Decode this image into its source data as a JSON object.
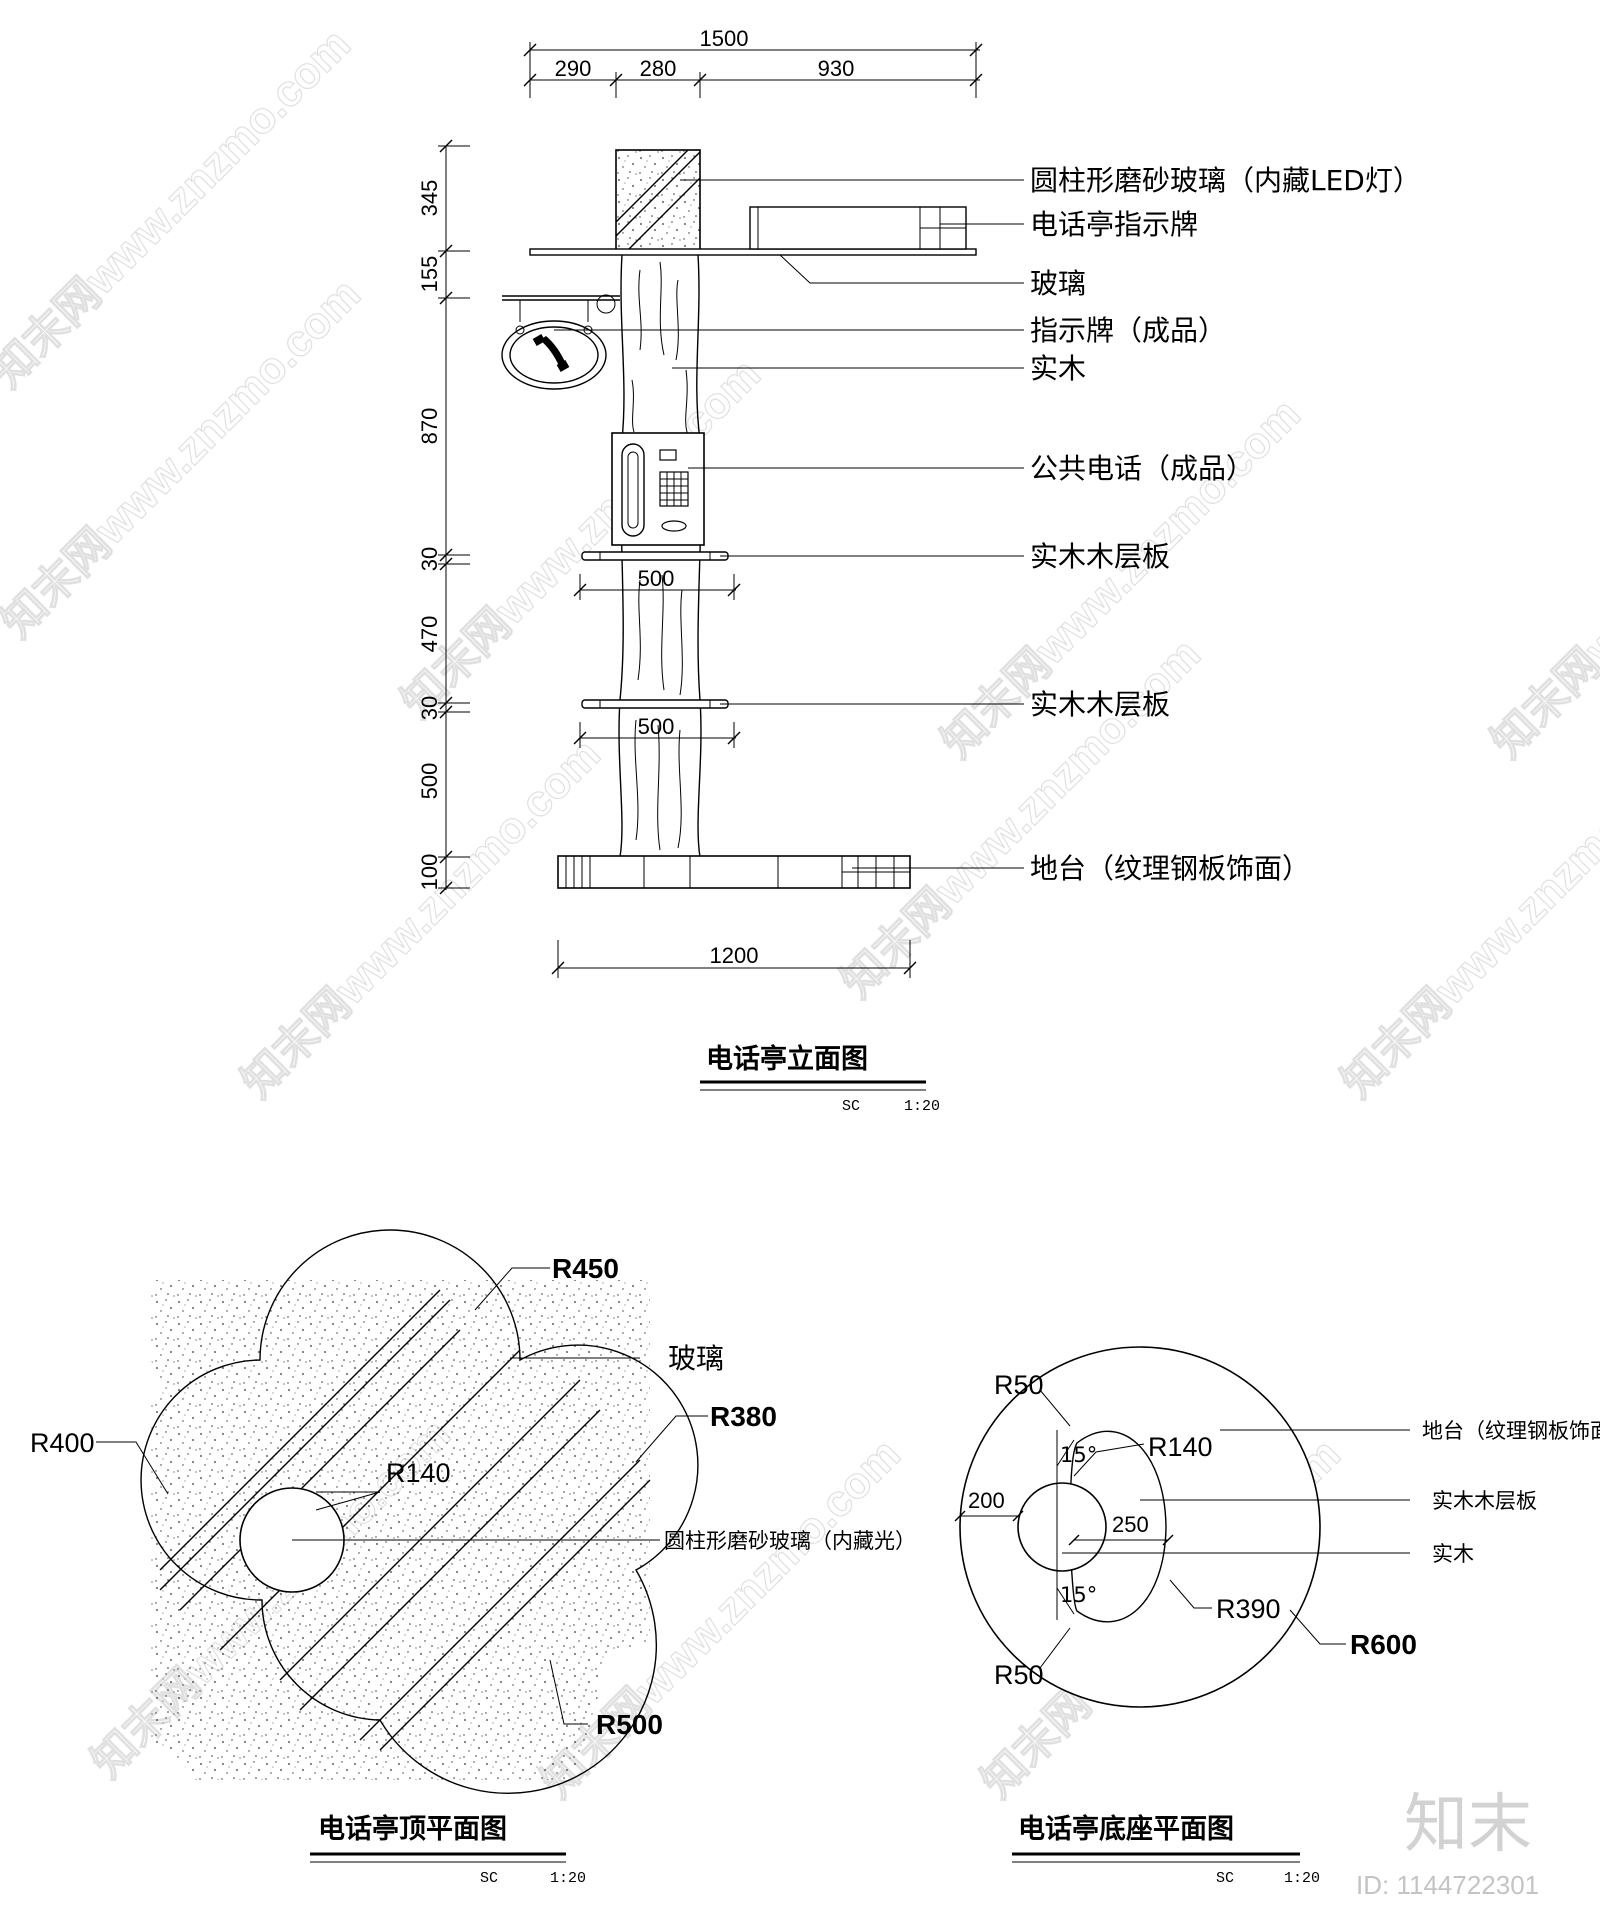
{
  "elevation": {
    "top_dims": {
      "total": "1500",
      "seg1": "290",
      "seg2": "280",
      "seg3": "930"
    },
    "left_dims": {
      "d345": "345",
      "d155": "155",
      "d870": "870",
      "d30a": "30",
      "d470": "470",
      "d30b": "30",
      "d500": "500",
      "d100": "100"
    },
    "inner_dims": {
      "shelf1_width": "500",
      "shelf2_width": "500"
    },
    "bottom_dim": "1200",
    "labels": {
      "glass_cylinder": "圆柱形磨砂玻璃（内藏LED灯）",
      "booth_sign": "电话亭指示牌",
      "glass": "玻璃",
      "sign_product": "指示牌（成品）",
      "solid_wood": "实木",
      "public_phone": "公共电话（成品）",
      "shelf1": "实木木层板",
      "shelf2": "实木木层板",
      "base": "地台（纹理钢板饰面）"
    },
    "title": "电话亭立面图",
    "scale_prefix": "SC",
    "scale_value": "1:20"
  },
  "top_plan": {
    "r450": "R450",
    "r400": "R400",
    "r380": "R380",
    "r140": "R140",
    "r500": "R500",
    "glass": "玻璃",
    "cylinder": "圆柱形磨砂玻璃（内藏光）",
    "title": "电话亭顶平面图",
    "scale_prefix": "SC",
    "scale_value": "1:20"
  },
  "base_plan": {
    "r50_top": "R50",
    "r140": "R140",
    "r50_bottom": "R50",
    "r390": "R390",
    "r600": "R600",
    "d200": "200",
    "d250": "250",
    "angle_top": "15°",
    "angle_bottom": "15°",
    "base": "地台（纹理钢板饰面）",
    "shelf": "实木木层板",
    "wood": "实木",
    "title": "电话亭底座平面图",
    "scale_prefix": "SC",
    "scale_value": "1:20"
  },
  "watermark": {
    "text": "知末网www.znzmo.com",
    "brand": "知末",
    "id": "ID: 1144722301"
  }
}
